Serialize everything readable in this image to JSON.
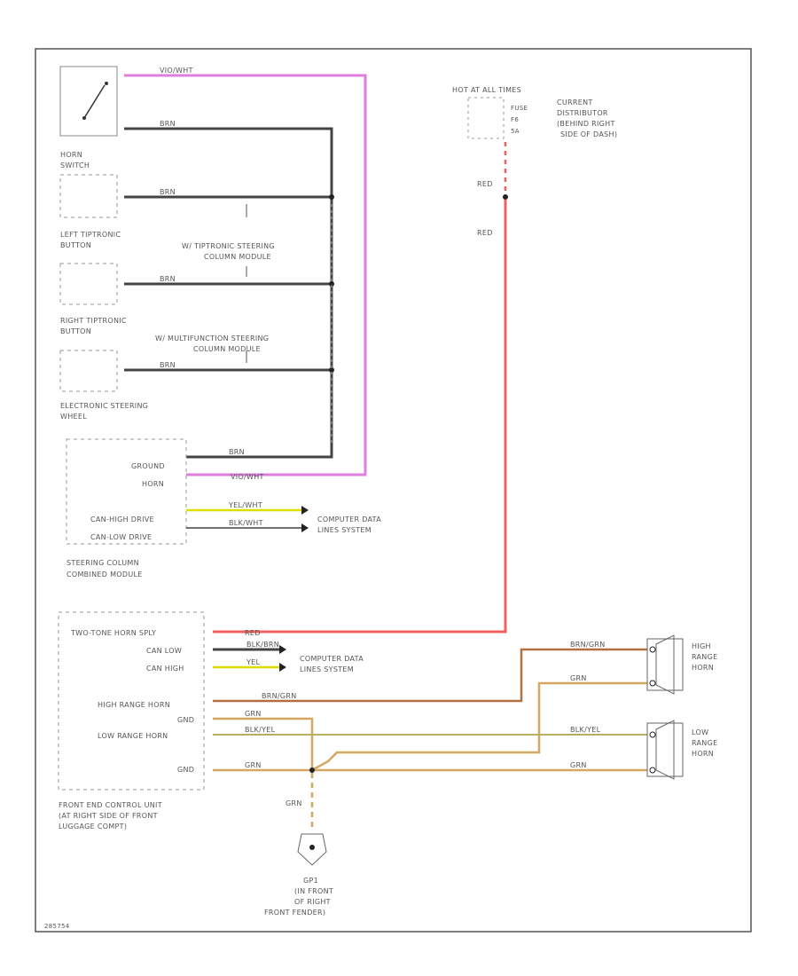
{
  "labels": {
    "horn_switch": [
      "HORN",
      "SWITCH"
    ],
    "left_tiptronic": [
      "LEFT TIPTRONIC",
      "BUTTON"
    ],
    "right_tiptronic": [
      "RIGHT TIPTRONIC",
      "BUTTON"
    ],
    "electronic_steering": [
      "ELECTRONIC STEERING",
      "WHEEL"
    ],
    "tiptronic_module": [
      "W/ TIPTRONIC STEERING",
      "COLUMN MODULE"
    ],
    "multifunction_module": [
      "W/ MULTIFUNCTION STEERING",
      "COLUMN MODULE"
    ],
    "steering_column_module": [
      "STEERING COLUMN",
      "COMBINED MODULE"
    ],
    "front_end_control": [
      "FRONT END CONTROL UNIT",
      "(AT RIGHT SIDE OF FRONT",
      "LUGGAGE COMPT)"
    ],
    "g71": [
      "GP1",
      "(IN FRONT",
      "OF RIGHT",
      "FRONT FENDER)"
    ],
    "hot_at_all_times": "HOT AT ALL TIMES",
    "fuse_block": [
      "FUSE",
      "F6",
      "5A"
    ],
    "current_distributor": [
      "CURRENT",
      "DISTRIBUTOR",
      "(BEHIND RIGHT",
      "SIDE OF DASH)"
    ],
    "high_range_horn": [
      "HIGH",
      "RANGE",
      "HORN"
    ],
    "low_range_horn": [
      "LOW",
      "RANGE",
      "HORN"
    ],
    "computer_data_lines_1": [
      "COMPUTER DATA",
      "LINES SYSTEM"
    ],
    "computer_data_lines_2": [
      "COMPUTER DATA",
      "LINES SYSTEM"
    ],
    "scm_pins": [
      "GROUND",
      "HORN",
      "CAN-HIGH DRIVE",
      "CAN-LOW DRIVE"
    ],
    "fecu_pins": [
      "TWO-TONE HORN SPLY",
      "CAN LOW",
      "CAN HIGH",
      "HIGH RANGE HORN",
      "GND",
      "LOW RANGE HORN",
      "GND"
    ],
    "footer_code": "285754"
  },
  "wires": {
    "vio_wht": "VIO/WHT",
    "brn": "BRN",
    "red": "RED",
    "yel_wht": "YEL/WHT",
    "blk_wht": "BLK/WHT",
    "blk_brn": "BLK/BRN",
    "blk_yel": "BLK/YEL",
    "grn": "GRN",
    "yel": "YEL",
    "brn_grn": "BRN/GRN"
  },
  "colors": {
    "vio_wht": "#e07ee0",
    "gray_wire": "#444444",
    "red": "#f06060",
    "yellow": "#dddd00",
    "brown": "#b07040",
    "tan": "#d4a860"
  }
}
